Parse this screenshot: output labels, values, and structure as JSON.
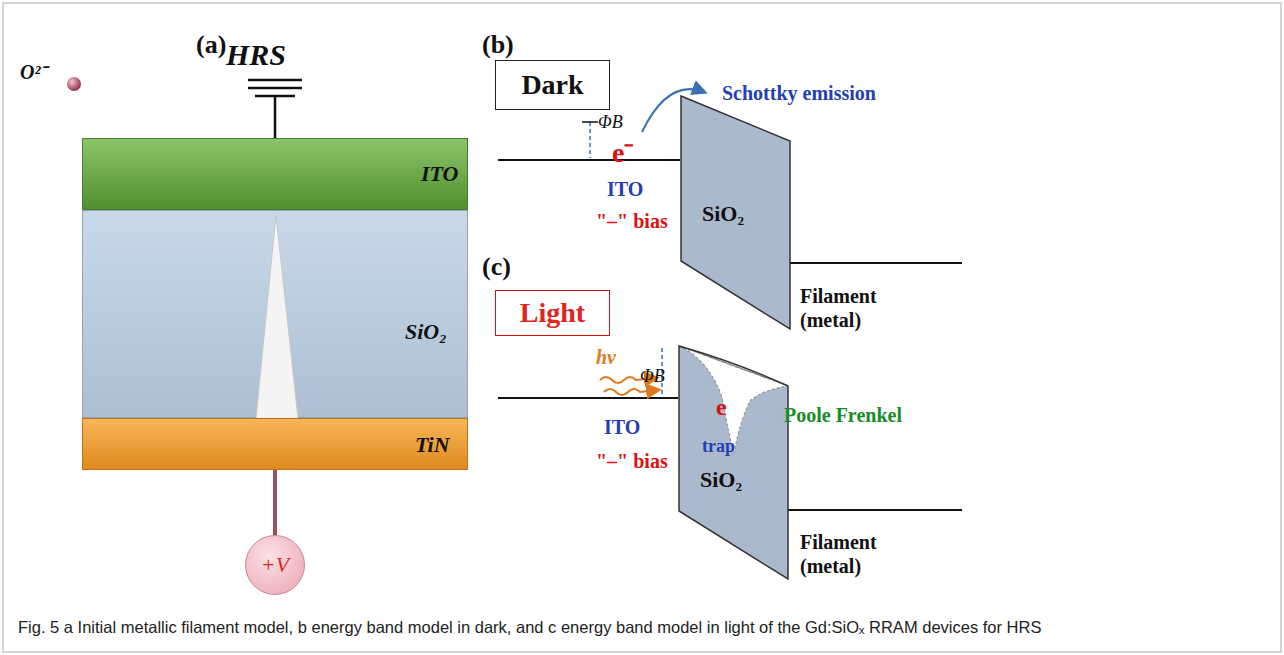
{
  "diagram": {
    "caption": "Fig. 5 a Initial metallic filament model, b energy band model in dark, and c energy band model in light of the Gd:SiOₓ RRAM devices for HRS",
    "nodes": [
      {
        "text": [
          "ITO"
        ]
      },
      {
        "text": [
          "SiO₂"
        ]
      },
      {
        "text": [
          "TiN"
        ]
      },
      {
        "text": [
          "+V"
        ]
      },
      {
        "text": [
          "Dark"
        ]
      },
      {
        "text": [
          "SiO₂"
        ]
      },
      {
        "text": [
          "Light"
        ]
      },
      {
        "text": [
          "SiO₂"
        ]
      }
    ],
    "edges": [
      {
        "from": 2,
        "to": 3,
        "arrow": "none"
      }
    ],
    "labels": [
      "(a)",
      "HRS",
      "O²⁻",
      "(b)",
      "ΦB",
      "e⁻",
      "Schottky emission",
      "ITO",
      "\"–\" bias",
      "Filament (metal)",
      "(c)",
      "hv",
      "ΦB",
      "e",
      "trap",
      "Poole Frenkel",
      "ITO",
      "\"–\" bias",
      "Filament (metal)"
    ]
  }
}
